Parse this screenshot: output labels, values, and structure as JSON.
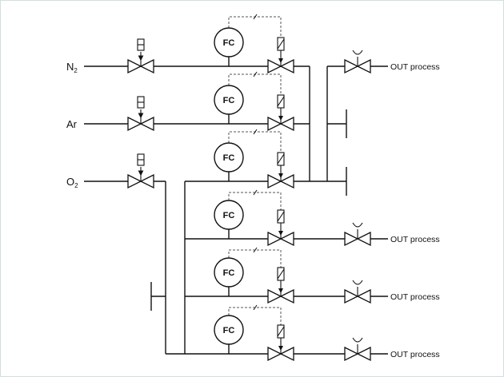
{
  "diagram": {
    "inlets": [
      {
        "base": "N",
        "subscript": "2"
      },
      {
        "base": "Ar",
        "subscript": ""
      },
      {
        "base": "O",
        "subscript": "2"
      }
    ],
    "controller_label": "FC",
    "outlet_label": "OUT process"
  },
  "colors": {
    "line": "#111111",
    "signal_line": "#555555",
    "border": "#d6dede",
    "background": "#ffffff"
  }
}
